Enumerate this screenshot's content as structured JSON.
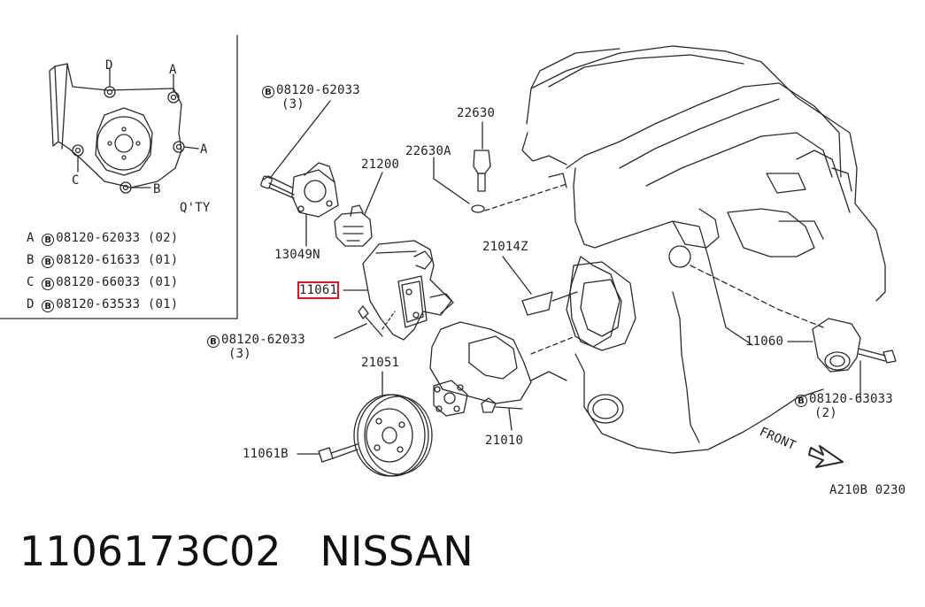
{
  "inset": {
    "qty_label": "Q'TY",
    "corner_labels": {
      "a1": "A",
      "a2": "A",
      "b": "B",
      "c": "C",
      "d": "D"
    },
    "rows": [
      {
        "letter": "A",
        "circle": "B",
        "part": "08120-62033",
        "qty": "(02)"
      },
      {
        "letter": "B",
        "circle": "B",
        "part": "08120-61633",
        "qty": "(01)"
      },
      {
        "letter": "C",
        "circle": "B",
        "part": "08120-66033",
        "qty": "(01)"
      },
      {
        "letter": "D",
        "circle": "B",
        "part": "08120-63533",
        "qty": "(01)"
      }
    ]
  },
  "callouts": {
    "bolt_top": {
      "circle": "B",
      "part": "08120-62033",
      "qty": "(3)"
    },
    "bolt_mid": {
      "circle": "B",
      "part": "08120-62033",
      "qty": "(3)"
    },
    "bolt_right": {
      "circle": "B",
      "part": "08120-63033",
      "qty": "(2)"
    },
    "p22630": "22630",
    "p22630a": "22630A",
    "p21200": "21200",
    "p13049n": "13049N",
    "p11061": "11061",
    "p21014z": "21014Z",
    "p21051": "21051",
    "p21010": "21010",
    "p11061b": "11061B",
    "p11060": "11060",
    "front": "FRONT",
    "diagram_code": "A210B 0230"
  },
  "footer": {
    "part_number": "1106173C02",
    "brand": "NISSAN"
  },
  "colors": {
    "highlight": "#e5141e",
    "ink": "#222222"
  }
}
